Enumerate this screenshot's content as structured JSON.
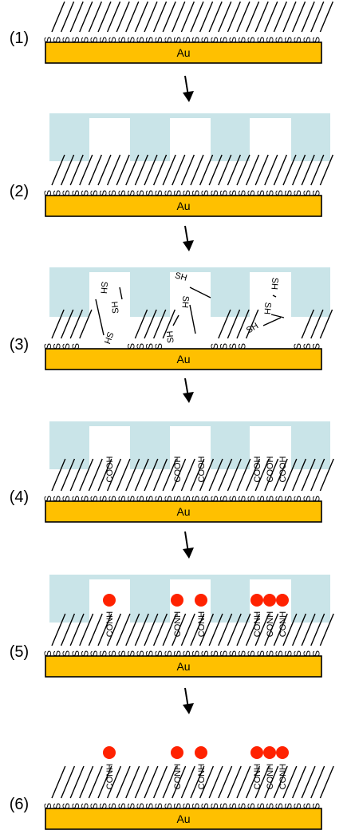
{
  "substrate_label": "Au",
  "sulfur_label": "S",
  "thiol_label": "SH",
  "acid_label": "COOH",
  "amide_label": "CONH",
  "colors": {
    "gold": "#FFC000",
    "mask": "#C9E4E8",
    "particle": "#FF2200",
    "line": "#000000"
  },
  "steps": [
    {
      "label": "(1)"
    },
    {
      "label": "(2)"
    },
    {
      "label": "(3)"
    },
    {
      "label": "(4)"
    },
    {
      "label": "(5)"
    },
    {
      "label": "(6)"
    }
  ]
}
